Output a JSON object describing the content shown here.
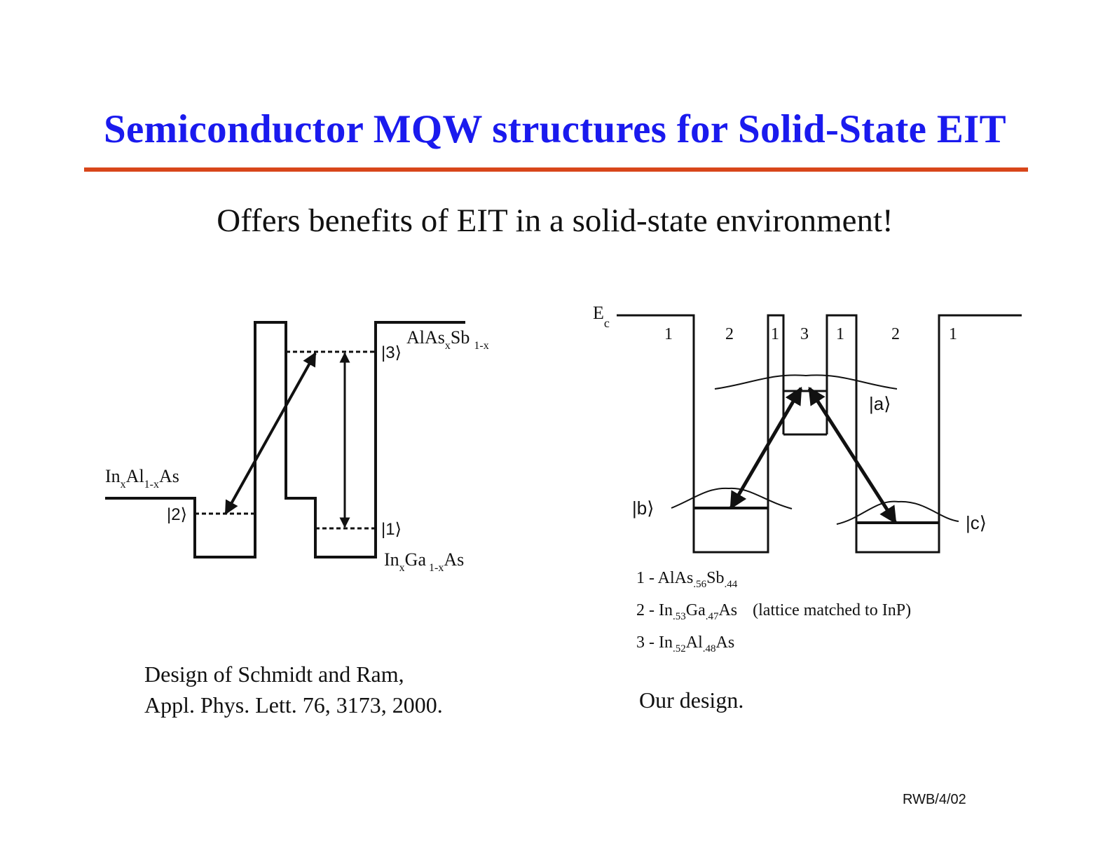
{
  "title": "Semiconductor MQW structures for Solid-State EIT",
  "subtitle": "Offers benefits of EIT in a solid-state environment!",
  "left_diagram": {
    "label_inalas": {
      "base": "In",
      "sub1": "x",
      "mid": "Al",
      "sub2": "1-x",
      "end": "As"
    },
    "label_alassb": {
      "base": "AlAs",
      "sub1": "x",
      "mid": "Sb",
      "sub2": "1-x"
    },
    "label_ingaas": {
      "base": "In",
      "sub1": "x",
      "mid": "Ga",
      "sub2": "1-x",
      "end": "As"
    },
    "state_3": "|3⟩",
    "state_2": "|2⟩",
    "state_1": "|1⟩",
    "caption_line1": "Design of Schmidt and Ram,",
    "caption_line2": "Appl. Phys. Lett. 76, 3173, 2000."
  },
  "right_diagram": {
    "ec_label": "E",
    "ec_sub": "c",
    "region_labels": [
      "1",
      "2",
      "1",
      "3",
      "1",
      "2",
      "1"
    ],
    "state_a": "|a⟩",
    "state_b": "|b⟩",
    "state_c": "|c⟩",
    "legend": [
      {
        "prefix": "1 - AlAs",
        "sub1": ".56",
        "mid": "Sb",
        "sub2": ".44",
        "end": "",
        "note": ""
      },
      {
        "prefix": "2 - In",
        "sub1": ".53",
        "mid": "Ga",
        "sub2": ".47",
        "end": "As",
        "note": "(lattice matched to InP)"
      },
      {
        "prefix": "3 - In",
        "sub1": ".52",
        "mid": "Al",
        "sub2": ".48",
        "end": "As",
        "note": ""
      }
    ],
    "caption": "Our design."
  },
  "footer": "RWB/4/02",
  "colors": {
    "title": "#1a1aee",
    "rule": "#d8461a",
    "lines": "#111111"
  }
}
